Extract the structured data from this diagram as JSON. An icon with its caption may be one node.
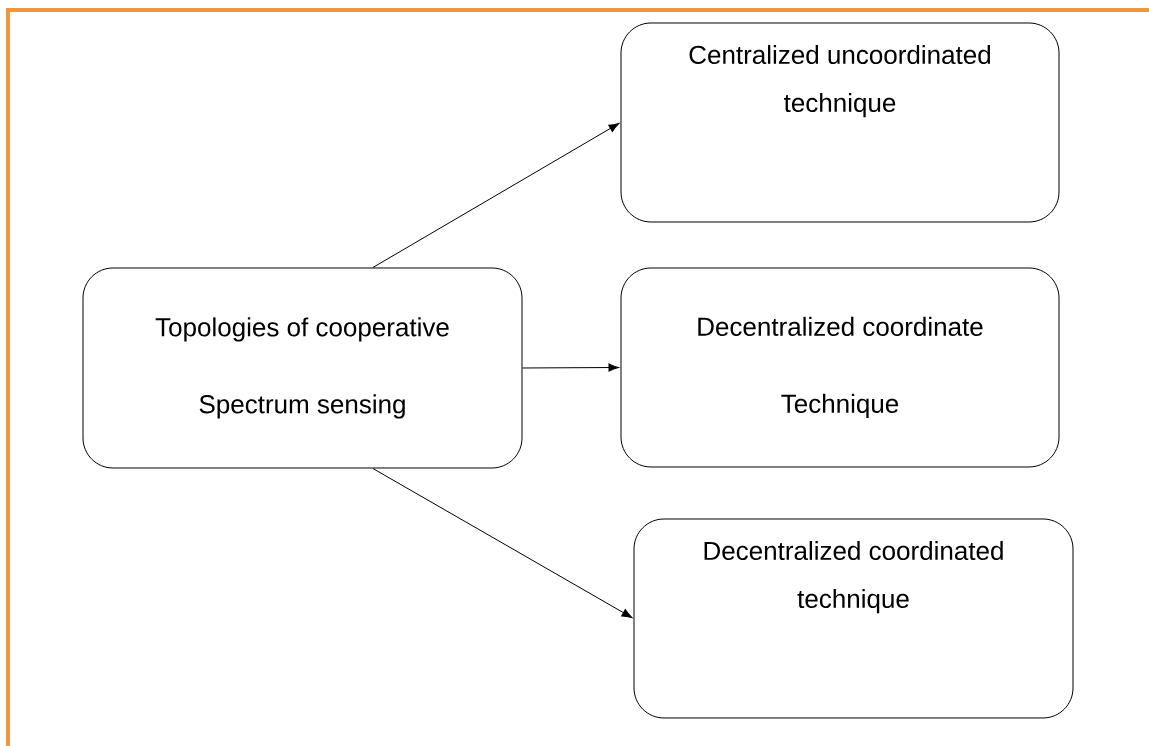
{
  "diagram": {
    "nodes": [
      {
        "text": [
          "Topologies of cooperative Spectrum sensing"
        ]
      },
      {
        "text": [
          "Centralized uncoordinated technique"
        ]
      },
      {
        "text": [
          "Decentralized coordinate Technique"
        ]
      },
      {
        "text": [
          "Decentralized coordinated technique"
        ]
      }
    ],
    "edges": [
      {
        "from": 0,
        "to": 1,
        "arrow": "to"
      },
      {
        "from": 0,
        "to": 2,
        "arrow": "to"
      },
      {
        "from": 0,
        "to": 3,
        "arrow": "to"
      }
    ]
  }
}
